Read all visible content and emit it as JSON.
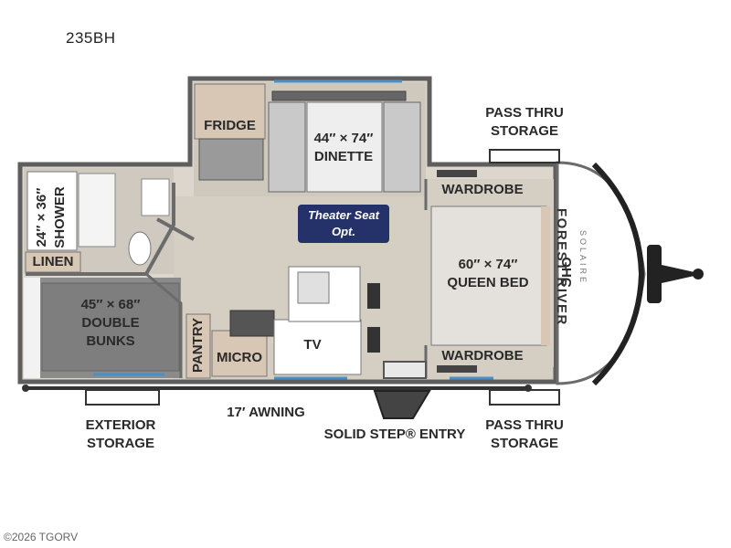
{
  "model": "235BH",
  "rooms": {
    "fridge": "FRIDGE",
    "dinette": "44″ × 74″\nDINETTE",
    "shower": "24″ × 36″\nSHOWER",
    "linen": "LINEN",
    "double_bunks": "45″ × 68″\nDOUBLE\nBUNKS",
    "pantry": "PANTRY",
    "micro": "MICRO",
    "tv": "TV",
    "wardrobe_top": "WARDROBE",
    "wardrobe_bottom": "WARDROBE",
    "queen_bed": "60″ × 74″\nQUEEN BED",
    "ohc": "OHC",
    "theater_seat": "Theater Seat\nOpt."
  },
  "exterior": {
    "pass_thru_top": "PASS THRU\nSTORAGE",
    "pass_thru_bottom": "PASS THRU\nSTORAGE",
    "exterior_storage": "EXTERIOR\nSTORAGE",
    "awning": "17′ AWNING",
    "entry": "SOLID STEP® ENTRY"
  },
  "brand": {
    "name": "FOREST RIVER",
    "sub": "SOLAIRE"
  },
  "copyright": "©2026 TGORV",
  "colors": {
    "wall": "#6b6b6b",
    "floor": "#d8d2c8",
    "bunk": "#8a8a8a",
    "accent_blue": "#4a90c8",
    "theater_bg": "#25326a",
    "cabinet": "#d7c7b4"
  }
}
